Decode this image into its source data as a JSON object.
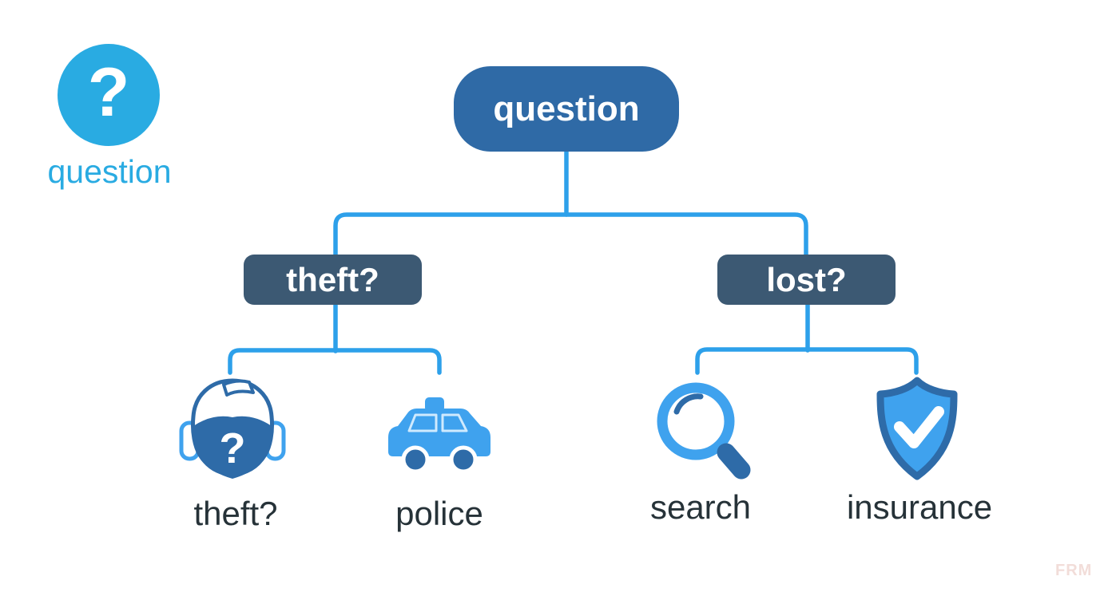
{
  "colors": {
    "background": "#ffffff",
    "accent_light_blue": "#29abe2",
    "connector_blue": "#2da0ea",
    "node_blue": "#2f6aa6",
    "branch_slate": "#3c5973",
    "icon_light_blue": "#3fa2ee",
    "icon_dark_blue": "#2e6ba8",
    "window_line_blue": "#cfeafe",
    "label_dark": "#263238",
    "watermark_pink": "#f2ddd9"
  },
  "legend": {
    "icon": "question-mark-circle-icon",
    "glyph": "?",
    "label": "question"
  },
  "tree": {
    "root": {
      "label": "question"
    },
    "branches": [
      {
        "label": "theft?",
        "children": [
          {
            "label": "theft?",
            "icon": "masked-thief-icon",
            "glyph": "?"
          },
          {
            "label": "police",
            "icon": "police-car-icon"
          }
        ]
      },
      {
        "label": "lost?",
        "children": [
          {
            "label": "search",
            "icon": "magnifier-icon"
          },
          {
            "label": "insurance",
            "icon": "shield-check-icon"
          }
        ]
      }
    ]
  },
  "watermark": {
    "text": "FRM"
  }
}
